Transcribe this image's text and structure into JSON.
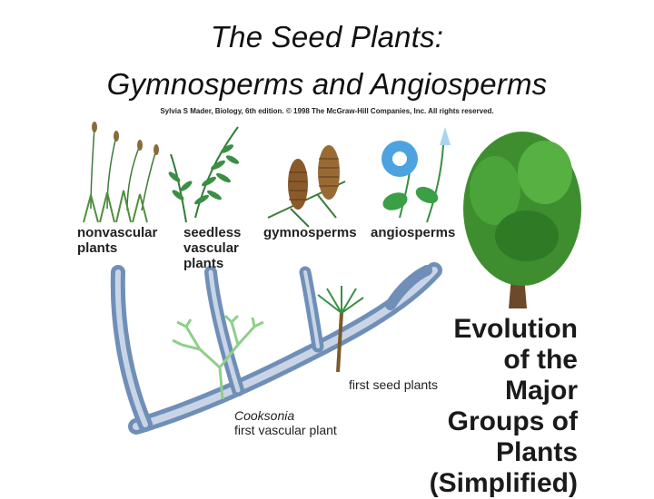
{
  "title": {
    "line1": "The Seed Plants:",
    "line2": "Gymnosperms and Angiosperms"
  },
  "credit": "Sylvia S Mader, Biology, 6th edition. © 1998 The McGraw-Hill Companies, Inc. All rights reserved.",
  "groups": {
    "nonvascular": [
      "nonvascular",
      "plants"
    ],
    "seedless": [
      "seedless",
      "vascular",
      "plants"
    ],
    "gymnosperms": "gymnosperms",
    "angiosperms": "angiosperms"
  },
  "annotations": {
    "first_seed": "first seed plants",
    "cooksonia": "Cooksonia",
    "first_vascular": "first vascular plant"
  },
  "heading": [
    "Evolution",
    "of the",
    "Major",
    "Groups of",
    "Plants",
    "(Simplified)"
  ],
  "colors": {
    "tree_branch": "#6f8fb8",
    "tree_branch_light": "#c9d5e6",
    "moss": "#3f7a3a",
    "fern": "#2f7d3a",
    "cone": "#8a5a2b",
    "flower": "#4da3e0",
    "tree_leaves": "#3e8e2f",
    "trunk": "#6b4a2b"
  }
}
